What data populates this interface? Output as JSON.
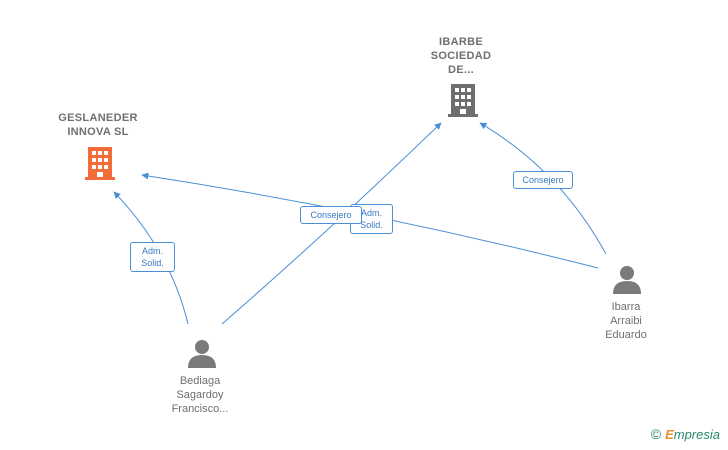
{
  "nodes": {
    "geslaneder": {
      "label": "GESLANEDER\nINNOVA SL",
      "type": "company",
      "color": "#f26b38"
    },
    "ibarbe": {
      "label": "IBARBE\nSOCIEDAD\nDE...",
      "type": "company",
      "color": "#6e6e6e"
    },
    "bediaga": {
      "label": "Bediaga\nSagardoy\nFrancisco...",
      "type": "person",
      "color": "#7a7a7a"
    },
    "ibarra": {
      "label": "Ibarra\nArraibi\nEduardo",
      "type": "person",
      "color": "#7a7a7a"
    }
  },
  "edges": {
    "bediaga_geslaneder": "Adm.\nSolid.",
    "bediaga_ibarbe": "Consejero",
    "ibarra_geslaneder": "Adm.\nSolid.",
    "ibarra_ibarbe": "Consejero"
  },
  "colors": {
    "edge": "#4a8fd6"
  },
  "footer": {
    "copyright_symbol": "©",
    "brand_first": "E",
    "brand_rest": "mpresia"
  }
}
